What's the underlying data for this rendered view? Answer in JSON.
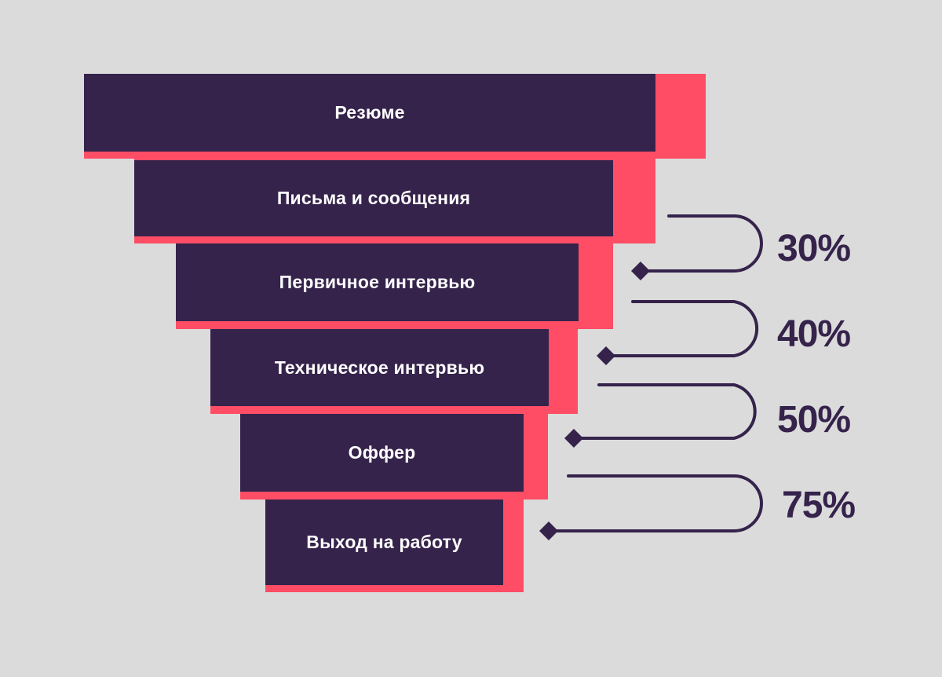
{
  "colors": {
    "background": "#dbdbdb",
    "bar_fill": "#35234b",
    "bar_shadow": "#ff4d66",
    "bar_text": "#ffffff",
    "connector": "#35234b"
  },
  "funnel": {
    "stages": [
      {
        "label": "Резюме"
      },
      {
        "label": "Письма и сообщения"
      },
      {
        "label": "Первичное интервью"
      },
      {
        "label": "Техническое интервью"
      },
      {
        "label": "Оффер"
      },
      {
        "label": "Выход на работу"
      }
    ],
    "conversions": [
      {
        "value": "30%"
      },
      {
        "value": "40%"
      },
      {
        "value": "50%"
      },
      {
        "value": "75%"
      }
    ]
  }
}
